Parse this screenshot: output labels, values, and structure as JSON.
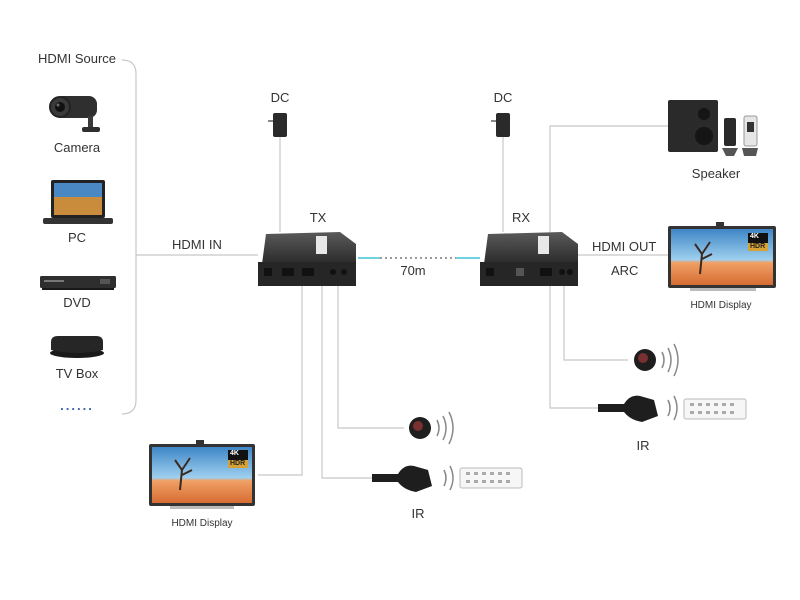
{
  "source": {
    "title": "HDMI Source",
    "devices": [
      "Camera",
      "PC",
      "DVD",
      "TV Box"
    ],
    "more": "......"
  },
  "links": {
    "hdmi_in": "HDMI IN",
    "hdmi_out": "HDMI OUT",
    "arc": "ARC",
    "distance": "70m"
  },
  "tx": {
    "label": "TX",
    "dc": "DC",
    "ir": "IR",
    "display": "HDMI Display",
    "badge_4k": "4K",
    "badge_hdr": "HDR"
  },
  "rx": {
    "label": "RX",
    "dc": "DC",
    "ir": "IR",
    "display": "HDMI Display",
    "speaker": "Speaker",
    "badge_4k": "4K",
    "badge_hdr": "HDR"
  },
  "colors": {
    "line": "#b5b5b5",
    "cable_accent": "#3ec3d6",
    "device_dark": "#2e2e2e",
    "sky": "#5aa3d8",
    "sand": "#e38a52"
  }
}
